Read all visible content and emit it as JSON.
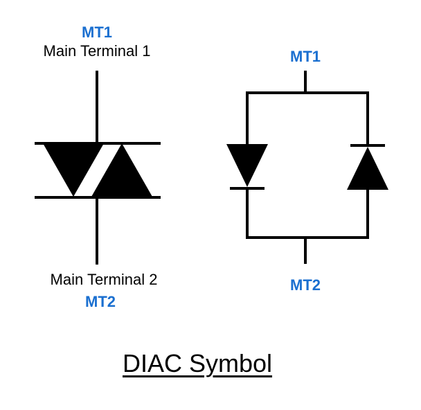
{
  "symbol": {
    "top_terminal": {
      "code": "MT1",
      "name": "Main Terminal 1"
    },
    "bottom_terminal": {
      "name": "Main Terminal 2",
      "code": "MT2"
    }
  },
  "equivalent": {
    "top_terminal": {
      "code": "MT1"
    },
    "bottom_terminal": {
      "code": "MT2"
    }
  },
  "title": "DIAC Symbol",
  "colors": {
    "terminal_code": "#1a6fd0",
    "lines": "#000000",
    "background": "#ffffff"
  }
}
